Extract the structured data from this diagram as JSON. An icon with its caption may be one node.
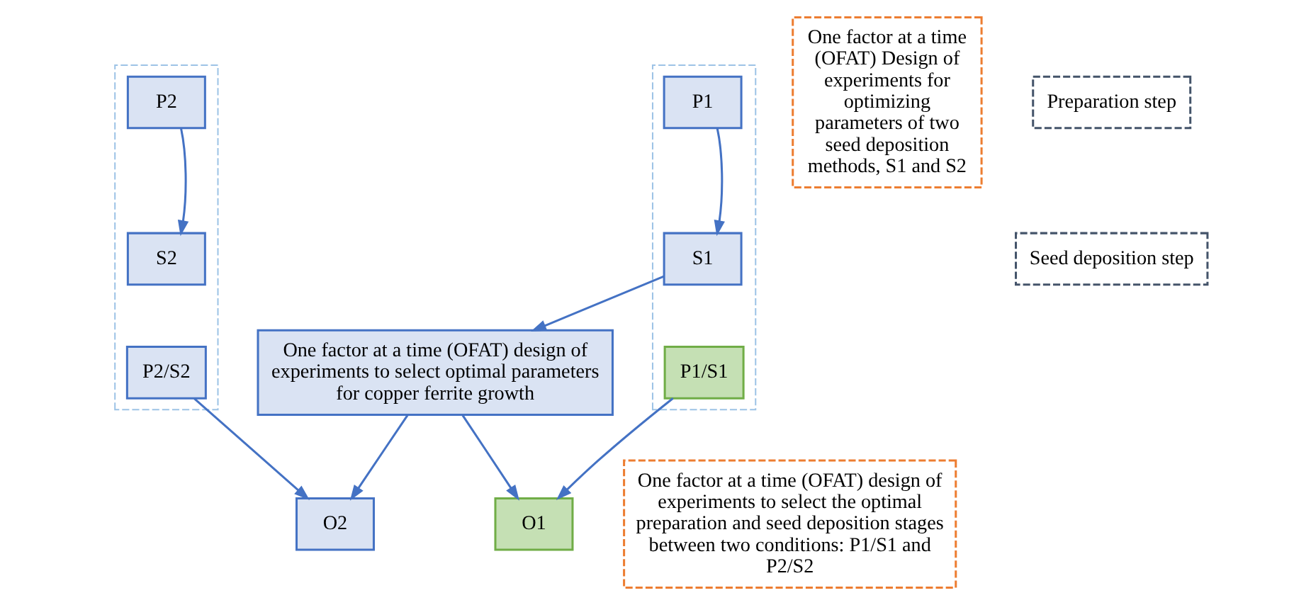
{
  "diagram": {
    "nodes": [
      {
        "text": [],
        "shape": "box"
      },
      {
        "text": [
          "P2"
        ],
        "in": 0
      },
      {
        "text": [
          "S2"
        ],
        "in": 0
      },
      {
        "text": [
          "P2/S2"
        ],
        "in": 0
      },
      {
        "text": [
          "One factor at a time (OFAT) Design of experiments for optimizing parameters of two seed deposition methods, S1 and S2"
        ]
      },
      {
        "text": [],
        "shape": "box"
      },
      {
        "text": [
          "P1"
        ],
        "in": 5
      },
      {
        "text": [
          "S1"
        ],
        "in": 5
      },
      {
        "text": [
          "P1/S1"
        ],
        "in": 5
      },
      {
        "text": [
          "Preparation step"
        ]
      },
      {
        "text": [
          "Seed deposition step"
        ]
      },
      {
        "text": [
          "One factor at a time (OFAT) design of experiments to select optimal parameters for copper ferrite growth"
        ]
      },
      {
        "text": [
          "O2"
        ]
      },
      {
        "text": [
          "O1"
        ]
      },
      {
        "text": [
          "One factor at a time (OFAT) design of experiments to select the optimal preparation and seed deposition stages between two conditions: P1/S1 and P2/S2"
        ]
      }
    ],
    "edges": [
      {
        "from": 1,
        "to": 2,
        "arrow": "to"
      },
      {
        "from": 6,
        "to": 7,
        "arrow": "to"
      },
      {
        "from": 7,
        "to": 11,
        "arrow": "to"
      },
      {
        "from": 3,
        "to": 12,
        "arrow": "to"
      },
      {
        "from": 11,
        "to": 12,
        "arrow": "to"
      },
      {
        "from": 11,
        "to": 13,
        "arrow": "to"
      },
      {
        "from": 8,
        "to": 13,
        "arrow": "to"
      }
    ]
  }
}
